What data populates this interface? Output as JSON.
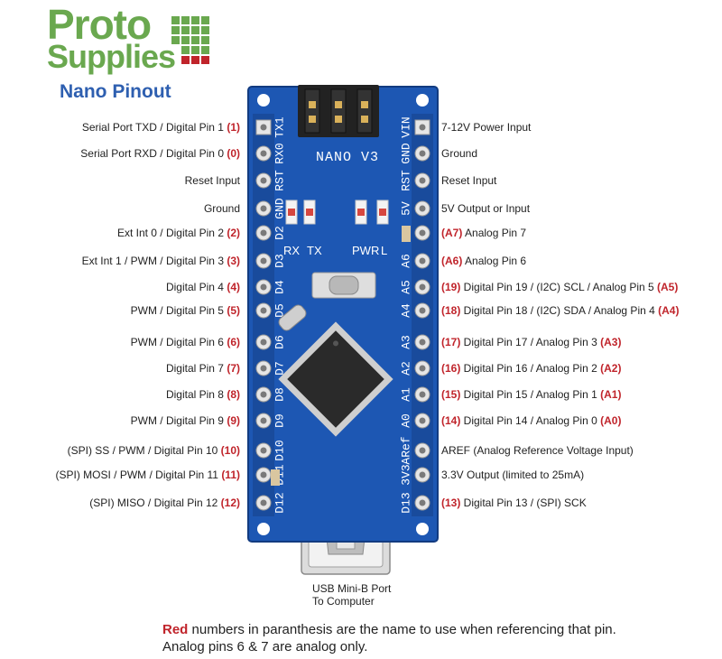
{
  "logo": {
    "line1": "Proto",
    "line2": "Supplies"
  },
  "subtitle": "Nano Pinout",
  "board": {
    "silk_name": "NANO V3",
    "led_labels": [
      "RX",
      "TX",
      "PWR",
      "L"
    ],
    "left_pins": [
      "TX1",
      "RX0",
      "RST",
      "GND",
      "D2",
      "D3",
      "D4",
      "D5",
      "D6",
      "D7",
      "D8",
      "D9",
      "D10",
      "D11",
      "D12"
    ],
    "right_pins": [
      "VIN",
      "GND",
      "RST",
      "5V",
      "A7",
      "A6",
      "A5",
      "A4",
      "A3",
      "A2",
      "A1",
      "A0",
      "ARef",
      "3V3",
      "D13"
    ]
  },
  "left_labels": [
    {
      "text": "Serial Port TXD  / Digital Pin 1 ",
      "num": "(1)"
    },
    {
      "text": "Serial Port RXD / Digital Pin 0 ",
      "num": "(0)"
    },
    {
      "text": "Reset Input",
      "num": ""
    },
    {
      "text": "Ground",
      "num": ""
    },
    {
      "text": "Ext Int 0 / Digital Pin 2 ",
      "num": "(2)"
    },
    {
      "text": "Ext Int 1 / PWM / Digital Pin 3 ",
      "num": "(3)"
    },
    {
      "text": "Digital Pin 4 ",
      "num": "(4)"
    },
    {
      "text": "PWM / Digital Pin 5 ",
      "num": "(5)"
    },
    {
      "text": "PWM / Digital Pin 6 ",
      "num": "(6)"
    },
    {
      "text": "Digital Pin 7 ",
      "num": "(7)"
    },
    {
      "text": "Digital Pin 8 ",
      "num": "(8)"
    },
    {
      "text": "PWM  / Digital Pin 9 ",
      "num": "(9)"
    },
    {
      "text": "(SPI) SS / PWM  / Digital Pin 10 ",
      "num": "(10)"
    },
    {
      "text": "(SPI) MOSI / PWM  / Digital Pin 11 ",
      "num": "(11)"
    },
    {
      "text": "(SPI) MISO / Digital Pin 12 ",
      "num": "(12)"
    }
  ],
  "right_labels": [
    {
      "num": "",
      "text": "7-12V Power Input"
    },
    {
      "num": "",
      "text": "Ground"
    },
    {
      "num": "",
      "text": "Reset Input"
    },
    {
      "num": "",
      "text": "5V Output or Input"
    },
    {
      "num": "(A7)",
      "text": " Analog Pin 7"
    },
    {
      "num": "(A6)",
      "text": " Analog Pin 6"
    },
    {
      "num": "(19)",
      "text": " Digital Pin 19 / (I2C) SCL / Analog Pin 5 ",
      "num2": "(A5)"
    },
    {
      "num": "(18)",
      "text": " Digital Pin 18 / (I2C) SDA / Analog Pin 4 ",
      "num2": "(A4)"
    },
    {
      "num": "(17)",
      "text": " Digital Pin 17 / Analog Pin 3 ",
      "num2": "(A3)"
    },
    {
      "num": "(16)",
      "text": " Digital Pin 16 / Analog Pin 2 ",
      "num2": "(A2)"
    },
    {
      "num": "(15)",
      "text": " Digital Pin 15 / Analog Pin 1 ",
      "num2": "(A1)"
    },
    {
      "num": "(14)",
      "text": " Digital Pin 14 / Analog Pin 0 ",
      "num2": "(A0)"
    },
    {
      "num": "",
      "text": "AREF (Analog Reference Voltage Input)"
    },
    {
      "num": "",
      "text": "3.3V Output (limited to 25mA)"
    },
    {
      "num": "(13)",
      "text": " Digital Pin 13 / (SPI) SCK"
    }
  ],
  "usb_caption": {
    "line1": "USB Mini-B Port",
    "line2": "To Computer"
  },
  "footer": {
    "red_word": "Red",
    "line1_rest": " numbers in paranthesis are the name to use when referencing that pin.",
    "line2": "Analog pins 6 & 7 are analog only."
  },
  "colors": {
    "board": "#1d57b3",
    "accent_red": "#c0242b",
    "logo_green": "#6aa84f",
    "title_blue": "#2e5fb0"
  }
}
